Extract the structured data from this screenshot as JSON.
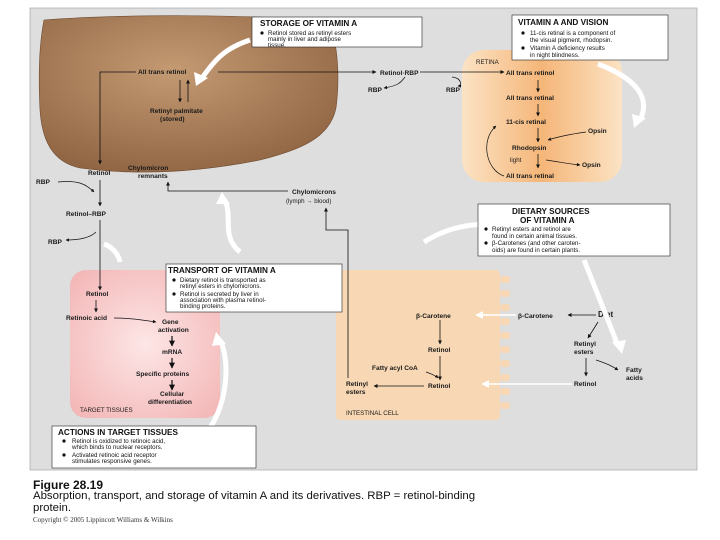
{
  "storage": {
    "title": "STORAGE OF VITAMIN A",
    "lines": [
      "Retinol stored as retinyl esters",
      "mainly in liver and adipose",
      "tissue."
    ]
  },
  "vision": {
    "title": "VITAMIN A AND VISION",
    "lines": [
      "11-cis retinal is a component of",
      "the visual pigment, rhodopsin.",
      "Vitamin A deficiency results",
      "in night blindness."
    ],
    "bullets": [
      0,
      2
    ]
  },
  "dietary": {
    "title1": "DIETARY SOURCES",
    "title2": "OF VITAMIN A",
    "lines": [
      "Retinyl esters and retinol are",
      "found in certain animal tissues.",
      "β-Carotenes (and other caroten-",
      "oids) are found in certain plants."
    ],
    "bullets": [
      0,
      2
    ]
  },
  "transport": {
    "title": "TRANSPORT OF VITAMIN A",
    "lines": [
      "Dietary retinol is transported as",
      "retinyl esters in chylomicrons.",
      "Retinol is secreted by liver in",
      "association with plasma retinol-",
      "binding proteins."
    ],
    "bullets": [
      0,
      2
    ]
  },
  "actions": {
    "title": "ACTIONS IN TARGET TISSUES",
    "lines": [
      "Retinol is oxidized to retinoic acid,",
      "which binds to nuclear receptors.",
      "Activated retinoic acid receptor",
      "stimulates responsive genes."
    ],
    "bullets": [
      0,
      2
    ]
  },
  "liver": {
    "all_trans_retinol": "All trans retinol",
    "retinyl_palmitate_1": "Retinyl palmitate",
    "retinyl_palmitate_2": "(stored)",
    "retinol": "Retinol",
    "chylomicron_remnants_1": "Chylomicron",
    "chylomicron_remnants_2": "remnants"
  },
  "blood": {
    "retinol_rbp_top": "Retinol·RBP",
    "rbp_a": "RBP",
    "rbp_b": "RBP",
    "rbp_left": "RBP",
    "retinol_rbp_left": "Retinol–RBP",
    "rbp_left2": "RBP",
    "chylomicrons_1": "Chylomicrons",
    "chylomicrons_2": "(lymph → blood)"
  },
  "retina": {
    "label": "RETINA",
    "all_trans_retinol": "All trans retinol",
    "all_trans_retinal": "All trans retinal",
    "cis_retinal": "11-cis retinal",
    "opsin_1": "Opsin",
    "rhodopsin": "Rhodopsin",
    "light": "light",
    "opsin_2": "Opsin",
    "all_trans_retinal_2": "All trans retinal"
  },
  "intestine": {
    "label": "INTESTINAL CELL",
    "beta_carotene_cell": "β-Carotene",
    "beta_carotene_lumen": "β-Carotene",
    "diet": "Diet",
    "retinol_1": "Retinol",
    "fatty_acyl_coa": "Fatty acyl CoA",
    "retinol_2": "Retinol",
    "retinyl_esters_cell_1": "Retinyl",
    "retinyl_esters_cell_2": "esters",
    "retinyl_esters_lumen_1": "Retinyl",
    "retinyl_esters_lumen_2": "esters",
    "fatty_acids_1": "Fatty",
    "fatty_acids_2": "acids",
    "retinol_lumen": "Retinol"
  },
  "target": {
    "label": "TARGET TISSUES",
    "retinol": "Retinol",
    "retinoic_acid": "Retinoic acid",
    "gene_activation_1": "Gene",
    "gene_activation_2": "activation",
    "mrna": "mRNA",
    "specific_proteins": "Specific proteins",
    "cellular_diff_1": "Cellular",
    "cellular_diff_2": "differentiation"
  },
  "caption": {
    "figure": "Figure 28.19",
    "line1": "Absorption, transport, and storage of vitamin A and its derivatives.  RBP = retinol-binding",
    "line2": "protein.",
    "copyright": "Copyright © 2005 Lippincott Williams & Wilkins"
  },
  "colors": {
    "background_panel": "#dedede",
    "liver": "#a87a55",
    "retina": "#f6c48c",
    "intestine": "#f8d8b4",
    "target": "#f6c6c6",
    "text_box_bg": "#ffffff",
    "arrow": "#111111"
  }
}
